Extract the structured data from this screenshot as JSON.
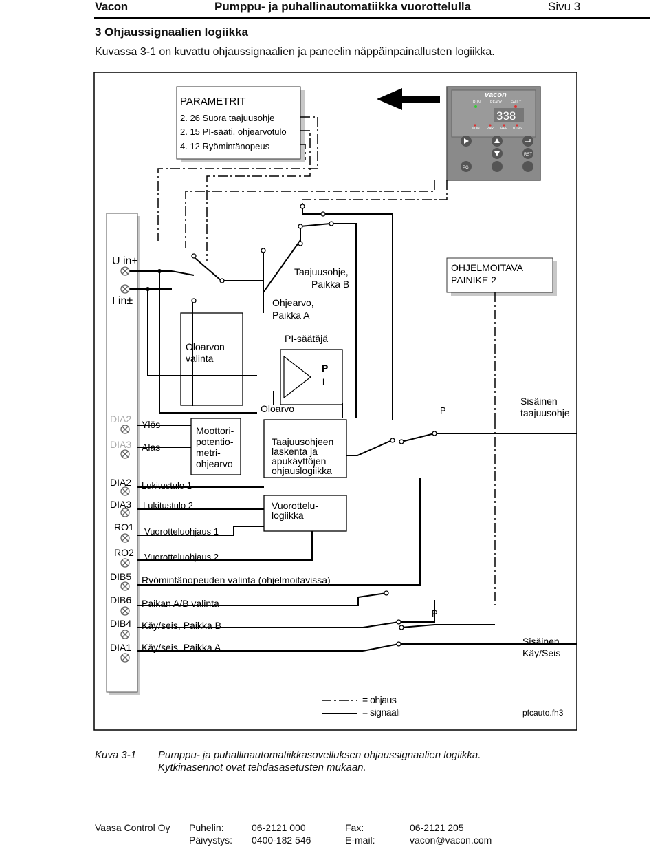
{
  "header": {
    "company": "Vacon",
    "doc_title": "Pumppu- ja puhallinautomatiikka vuorottelulla",
    "page": "Sivu 3"
  },
  "section": {
    "title": "3 Ohjaussignaalien logiikka",
    "intro": "Kuvassa 3-1 on kuvattu ohjaussignaalien ja paneelin näppäinpainallusten logiikka."
  },
  "diagram": {
    "params": {
      "title": "PARAMETRIT",
      "items": [
        "2. 26 Suora taajuusohje",
        "2. 15 PI-sääti. ohjearvotulo",
        "4. 12 Ryömintänopeus"
      ]
    },
    "panel": {
      "brand": "vacon",
      "display": "338",
      "led_top": [
        "RUN",
        "READY",
        "FAULT"
      ],
      "led_bottom": [
        "MON",
        "PAR",
        "REF",
        "BTNS"
      ],
      "keys": [
        "RST",
        "PG"
      ]
    },
    "inputs": {
      "uin": "U in+",
      "iin": "I in±"
    },
    "labels": {
      "taajuusohje_b_1": "Taajuusohje,",
      "taajuusohje_b_2": "Paikka B",
      "ohjearvo_a_1": "Ohjearvo,",
      "ohjearvo_a_2": "Paikka A",
      "ohjelmoitava_1": "OHJELMOITAVA",
      "ohjelmoitava_2": "PAINIKE 2",
      "oloarvon_1": "Oloarvon",
      "oloarvon_2": "valinta",
      "pi_saataja": "PI-säätäjä",
      "p": "P",
      "i": "I",
      "oloarvo": "Oloarvo",
      "p_switch_1": "P",
      "sisainen_taaj_1": "Sisäinen",
      "sisainen_taaj_2": "taajuusohje",
      "moottori_1": "Moottori-",
      "moottori_2": "potentio-",
      "moottori_3": "metri-",
      "moottori_4": "ohjearvo",
      "laskenta_1": "Taajuusohjeen",
      "laskenta_2": "laskenta ja",
      "laskenta_3": "apukäyttöjen",
      "laskenta_4": "ohjauslogiikka",
      "vuorottelu_1": "Vuorottelu-",
      "vuorottelu_2": "logiikka",
      "p_switch_2": "P",
      "sisainen_kay_1": "Sisäinen",
      "sisainen_kay_2": "Käy/Seis",
      "legend_ohjaus": "= ohjaus",
      "legend_signaali": "= signaali",
      "file": "pfcauto.fh3"
    },
    "terminals": [
      {
        "code": "DIA2",
        "desc": "Ylös",
        "dim": true
      },
      {
        "code": "DIA3",
        "desc": "Alas",
        "dim": true
      },
      {
        "code": "DIA2",
        "desc": "Lukitustulo 1",
        "dim": false
      },
      {
        "code": "DIA3",
        "desc": "Lukitustulo 2",
        "dim": false
      },
      {
        "code": "RO1",
        "desc": "Vuorotteluohjaus 1",
        "dim": false
      },
      {
        "code": "RO2",
        "desc": "Vuorotteluohjaus 2",
        "dim": false
      },
      {
        "code": "DIB5",
        "desc": "Ryömintänopeuden valinta (ohjelmoitavissa)",
        "dim": false
      },
      {
        "code": "DIB6",
        "desc": "Paikan A/B valinta",
        "dim": false
      },
      {
        "code": "DIB4",
        "desc": "Käy/seis, Paikka B",
        "dim": false
      },
      {
        "code": "DIA1",
        "desc": "Käy/seis, Paikka A",
        "dim": false
      }
    ]
  },
  "caption": {
    "label": "Kuva 3-1",
    "line1": "Pumppu- ja puhallinautomatiikkasovelluksen ohjaussignaalien logiikka.",
    "line2": "Kytkinasennot ovat tehdasasetusten mukaan."
  },
  "footer": {
    "company": "Vaasa Control Oy",
    "phone_label": "Puhelin:",
    "phone": "06-2121 000",
    "fax_label": "Fax:",
    "fax": "06-2121 205",
    "duty_label": "Päivystys:",
    "duty": "0400-182 546",
    "email_label": "E-mail:",
    "email": "vacon@vacon.com"
  }
}
